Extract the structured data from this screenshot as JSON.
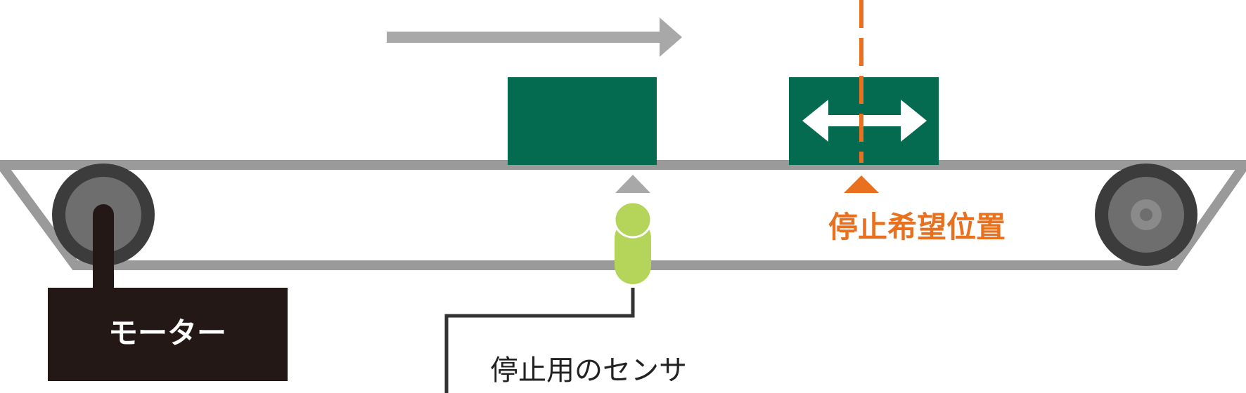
{
  "labels": {
    "motor": "モーター",
    "target_stop_position": "停止希望位置",
    "stop_sensor": "停止用のセンサ"
  },
  "colors": {
    "belt_frame": "#9a9a9a",
    "box": "#056b50",
    "motor_body": "#231815",
    "sensor": "#b5d55a",
    "target_marker": "#e8701e",
    "sensor_marker": "#a8a8a8",
    "direction_arrow": "#a8a8a8",
    "roller_outer": "#3c3c3c",
    "roller_inner": "#6e6e6e"
  },
  "icons": {
    "direction": "arrow-right-icon",
    "adjust": "double-arrow-horizontal-icon"
  }
}
